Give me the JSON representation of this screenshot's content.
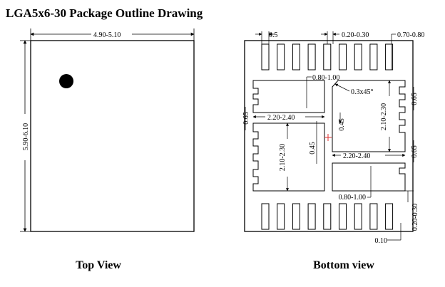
{
  "title": "LGA5x6-30 Package Outline Drawing",
  "top_view": {
    "label": "Top View",
    "width_dim": "4.90-5.10",
    "height_dim": "5.90-6.10"
  },
  "bottom_view": {
    "label": "Bottom view",
    "dims": {
      "pad_width": "0.5",
      "pad_gap": "0.20-0.30",
      "pad_length": "0.70-0.80",
      "big_pad_offset": "0.80-1.00",
      "chamfer": "0.3x45°",
      "side_pad_left": "0.65",
      "big_pad_width_top": "2.20-2.40",
      "big_pad_height_right": "2.10-2.30",
      "side_pad_right_top": "0.65",
      "gap_right": "0.45",
      "gap_left": "0.45",
      "big_pad_height_left": "2.10-2.30",
      "big_pad_width_mid": "2.20-2.40",
      "side_pad_right_bottom": "0.65",
      "big_pad_offset_bottom": "0.80-1.00",
      "edge_gap_bottom": "0.20-0.30",
      "corner_gap": "0.10"
    }
  },
  "colors": {
    "line": "#000000",
    "center_mark": "#e03030",
    "pin1_dot": "#000000"
  }
}
